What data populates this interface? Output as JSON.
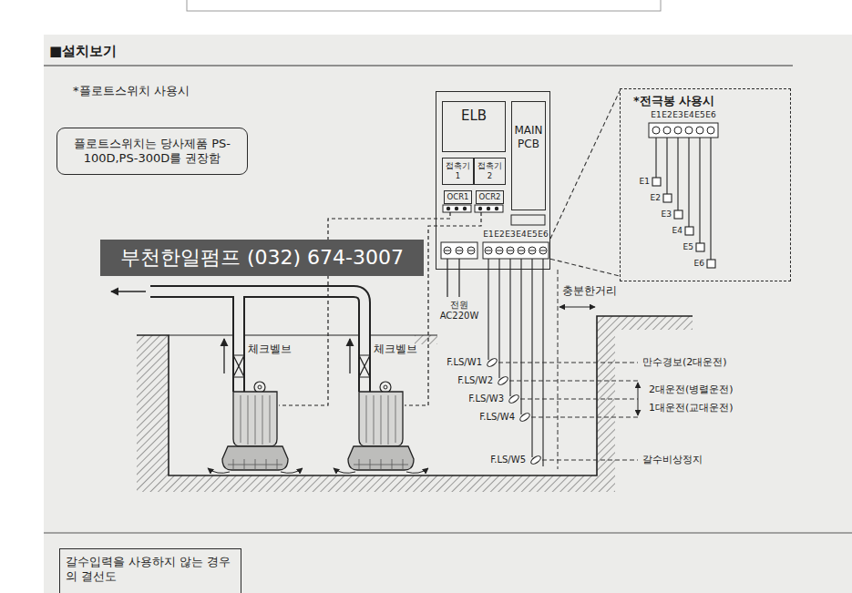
{
  "diagram": {
    "title": "■설치보기",
    "nodes": [
      {
        "text": [
          "플로트스위치는 당사제품 PS-100D,PS-300D를 권장함"
        ]
      },
      {
        "text": [
          "E1",
          "E2",
          "E3",
          "E4",
          "E5",
          "E6"
        ]
      },
      {
        "text": [
          "ELB"
        ],
        "in": 1
      },
      {
        "text": [
          "MAIN PCB"
        ],
        "in": 1
      },
      {
        "text": [
          "접촉기1"
        ],
        "in": 1
      },
      {
        "text": [
          "접촉기2"
        ],
        "in": 1
      },
      {
        "text": [
          "OCR1"
        ],
        "in": 1
      },
      {
        "text": [
          "OCR2"
        ],
        "in": 1
      },
      {
        "text": [
          "*전극봉 사용시",
          "E1",
          "E2",
          "E3",
          "E4",
          "E5",
          "E6",
          "E1",
          "E2",
          "E3",
          "E4",
          "E5",
          "E6"
        ]
      },
      {
        "text": [
          "갈수입력을 사용하지 않는 경우의 결선도"
        ]
      }
    ],
    "edges": [
      {
        "from": 1,
        "to": 8,
        "arrow": "none"
      }
    ],
    "labels": [
      "*플로트스위치 사용시",
      "부천한일펌프 (032) 674-3007",
      "충분한거리",
      "체크벨브",
      "체크벨브",
      "전원 AC220W",
      "F.LS/W1",
      "만수경보(2대운전)",
      "F.LS/W2",
      "2대운전(병렬운전)",
      "F.LS/W3",
      "1대운전(교대운전)",
      "F.LS/W4",
      "F.LS/W5",
      "갈수비상정지"
    ]
  }
}
